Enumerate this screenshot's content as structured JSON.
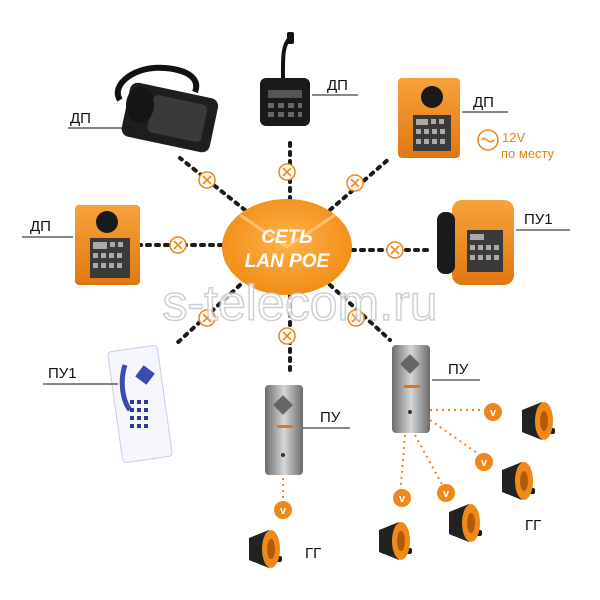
{
  "hub": {
    "line1": "СЕТЬ",
    "line2": "LAN POE"
  },
  "watermark": "s-telecom.ru",
  "power_note": {
    "voltage": "12V",
    "place": "по месту"
  },
  "device_labels": {
    "top_left": "ДП",
    "top_center": "ДП",
    "top_right": "ДП",
    "left": "ДП",
    "right": "ПУ1",
    "bottom_left": "ПУ1",
    "bottom_center": "ПУ",
    "bottom_right": "ПУ"
  },
  "speaker_labels": {
    "center": "ГГ",
    "right": "ГГ"
  },
  "amp_symbol": "v",
  "colors": {
    "accent": "#f39a1e",
    "hub": "#f7a035",
    "dots": "#1a1a1a"
  }
}
